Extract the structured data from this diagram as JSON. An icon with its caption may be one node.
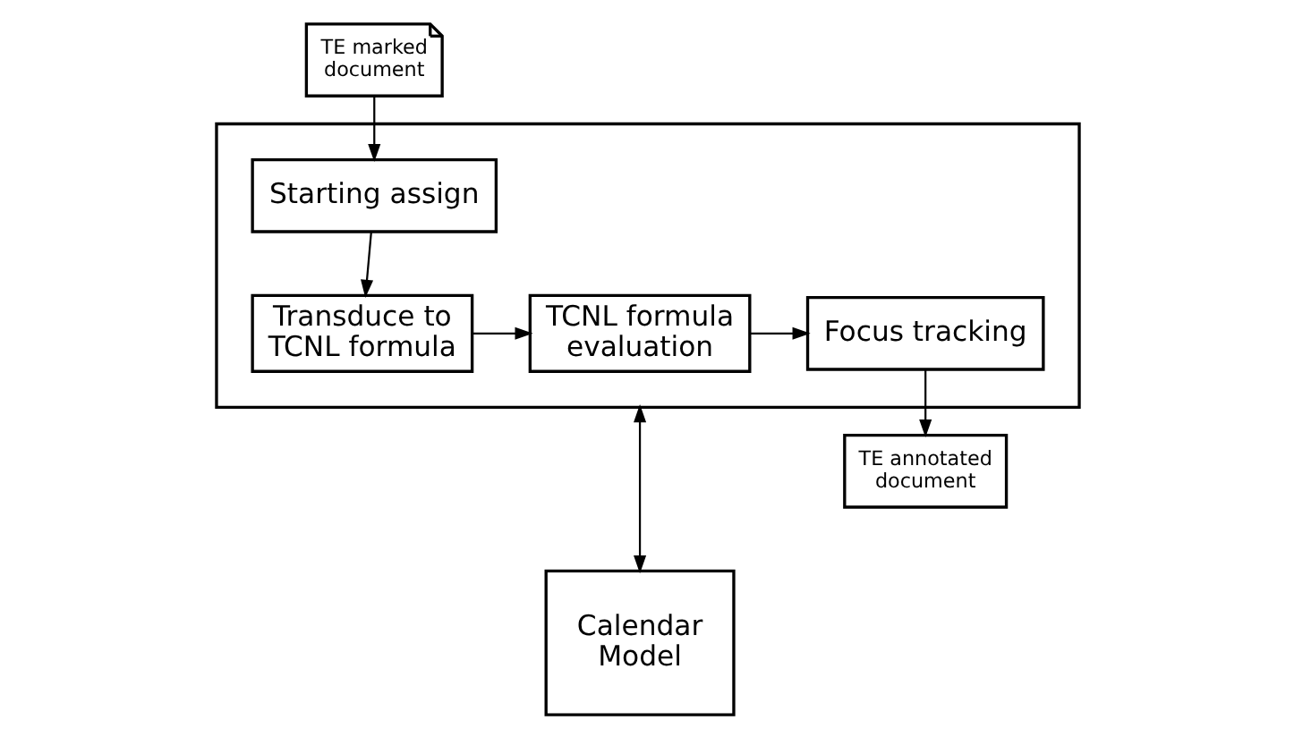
{
  "diagram": {
    "nodes": [
      {
        "text": [
          "TE marked document"
        ]
      },
      {
        "text": [],
        "shape": "box"
      },
      {
        "text": [
          "Starting assign"
        ],
        "in": 1
      },
      {
        "text": [
          "Transduce to TCNL formula"
        ],
        "in": 1
      },
      {
        "text": [
          "TCNL formula evaluation"
        ],
        "in": 1
      },
      {
        "text": [
          "Focus tracking"
        ],
        "in": 1
      },
      {
        "text": [
          "TE annotated document"
        ]
      },
      {
        "text": [
          "Calendar Model"
        ]
      }
    ],
    "edges": [
      {
        "from": 0,
        "to": 2,
        "arrow": "to"
      },
      {
        "from": 2,
        "to": 3,
        "arrow": "to"
      },
      {
        "from": 3,
        "to": 4,
        "arrow": "to"
      },
      {
        "from": 4,
        "to": 5,
        "arrow": "to"
      },
      {
        "from": 5,
        "to": 6,
        "arrow": "to"
      },
      {
        "from": 1,
        "to": 7,
        "arrow": "both"
      }
    ]
  }
}
